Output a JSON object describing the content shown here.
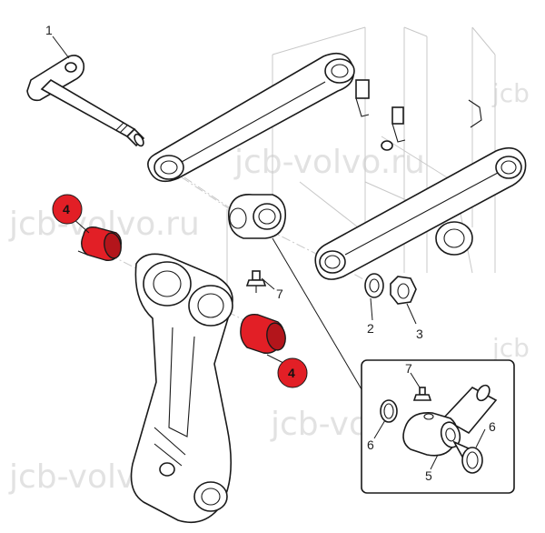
{
  "watermark": {
    "text": "jcb-volvo.ru",
    "partial": "jcb"
  },
  "colors": {
    "highlight": "#e21f26",
    "outline": "#1a1a1a",
    "watermark": "#d9d9d9"
  },
  "callouts": {
    "pin": "1",
    "washer": "2",
    "nut": "3",
    "bushing_top": "4",
    "bushing_bottom": "4",
    "grease_fitting": "7",
    "detail_grease_fitting": "7",
    "detail_seal_left": "6",
    "detail_seal_right": "6",
    "detail_pin": "5"
  }
}
